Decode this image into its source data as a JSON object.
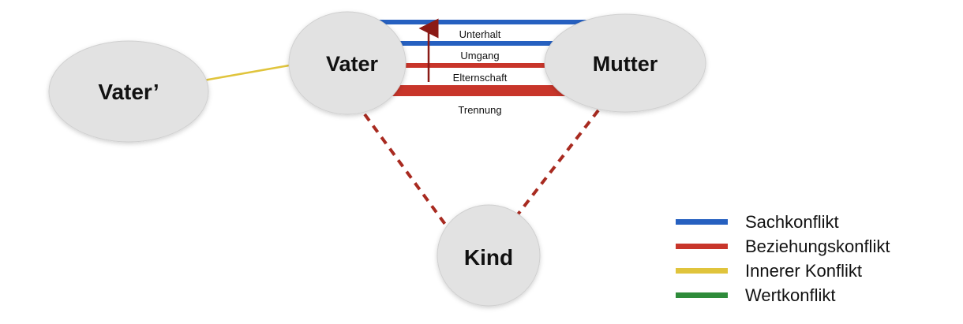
{
  "nodes": {
    "vater_prime": "Vater’",
    "vater": "Vater",
    "mutter": "Mutter",
    "kind": "Kind"
  },
  "line_labels": {
    "unterhalt": "Unterhalt",
    "umgang": "Umgang",
    "elternschaft": "Elternschaft",
    "trennung": "Trennung"
  },
  "legend": [
    {
      "label": "Sachkonflikt",
      "color": "#2660c0"
    },
    {
      "label": "Beziehungskonflikt",
      "color": "#c8352a"
    },
    {
      "label": "Innerer Konflikt",
      "color": "#e0c43c"
    },
    {
      "label": "Wertkonflikt",
      "color": "#2e8b3a"
    }
  ],
  "colors": {
    "sach": "#2660c0",
    "beziehung": "#c8352a",
    "innerer": "#e0c43c",
    "dotted": "#a82a20",
    "arrow": "#8b1a16",
    "node_fill": "#e2e2e2",
    "node_stroke": "#d0d0d0"
  }
}
